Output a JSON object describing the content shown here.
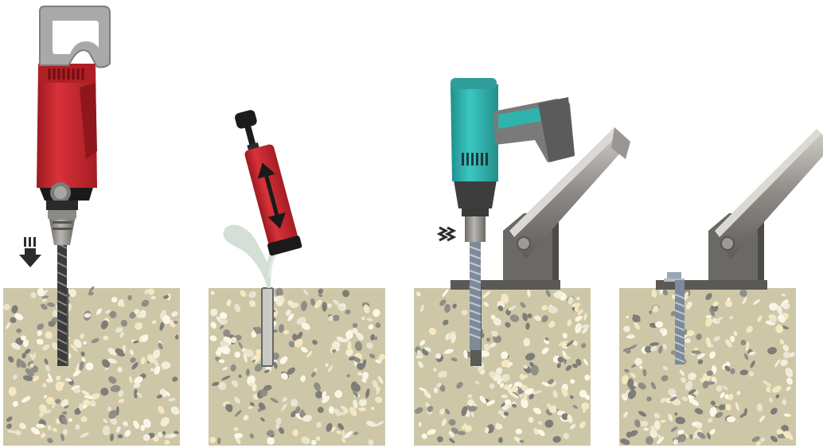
{
  "steps": [
    {
      "id": "drill",
      "tool": "hammer-drill",
      "icon": "hammer-action-icon"
    },
    {
      "id": "clean",
      "tool": "blow-pump",
      "icon": "up-down-arrow-icon"
    },
    {
      "id": "install",
      "tool": "impact-wrench",
      "icon": "spring-icon"
    },
    {
      "id": "finished",
      "tool": "installed-anchor",
      "icon": ""
    }
  ],
  "colors": {
    "concrete": "#cdc7a7",
    "drill_body": "#c4262c",
    "wrench_body": "#2fb7b3",
    "steel": "#8a8680",
    "handle": "#a6a6a6",
    "dust": "#cdd8cf"
  }
}
